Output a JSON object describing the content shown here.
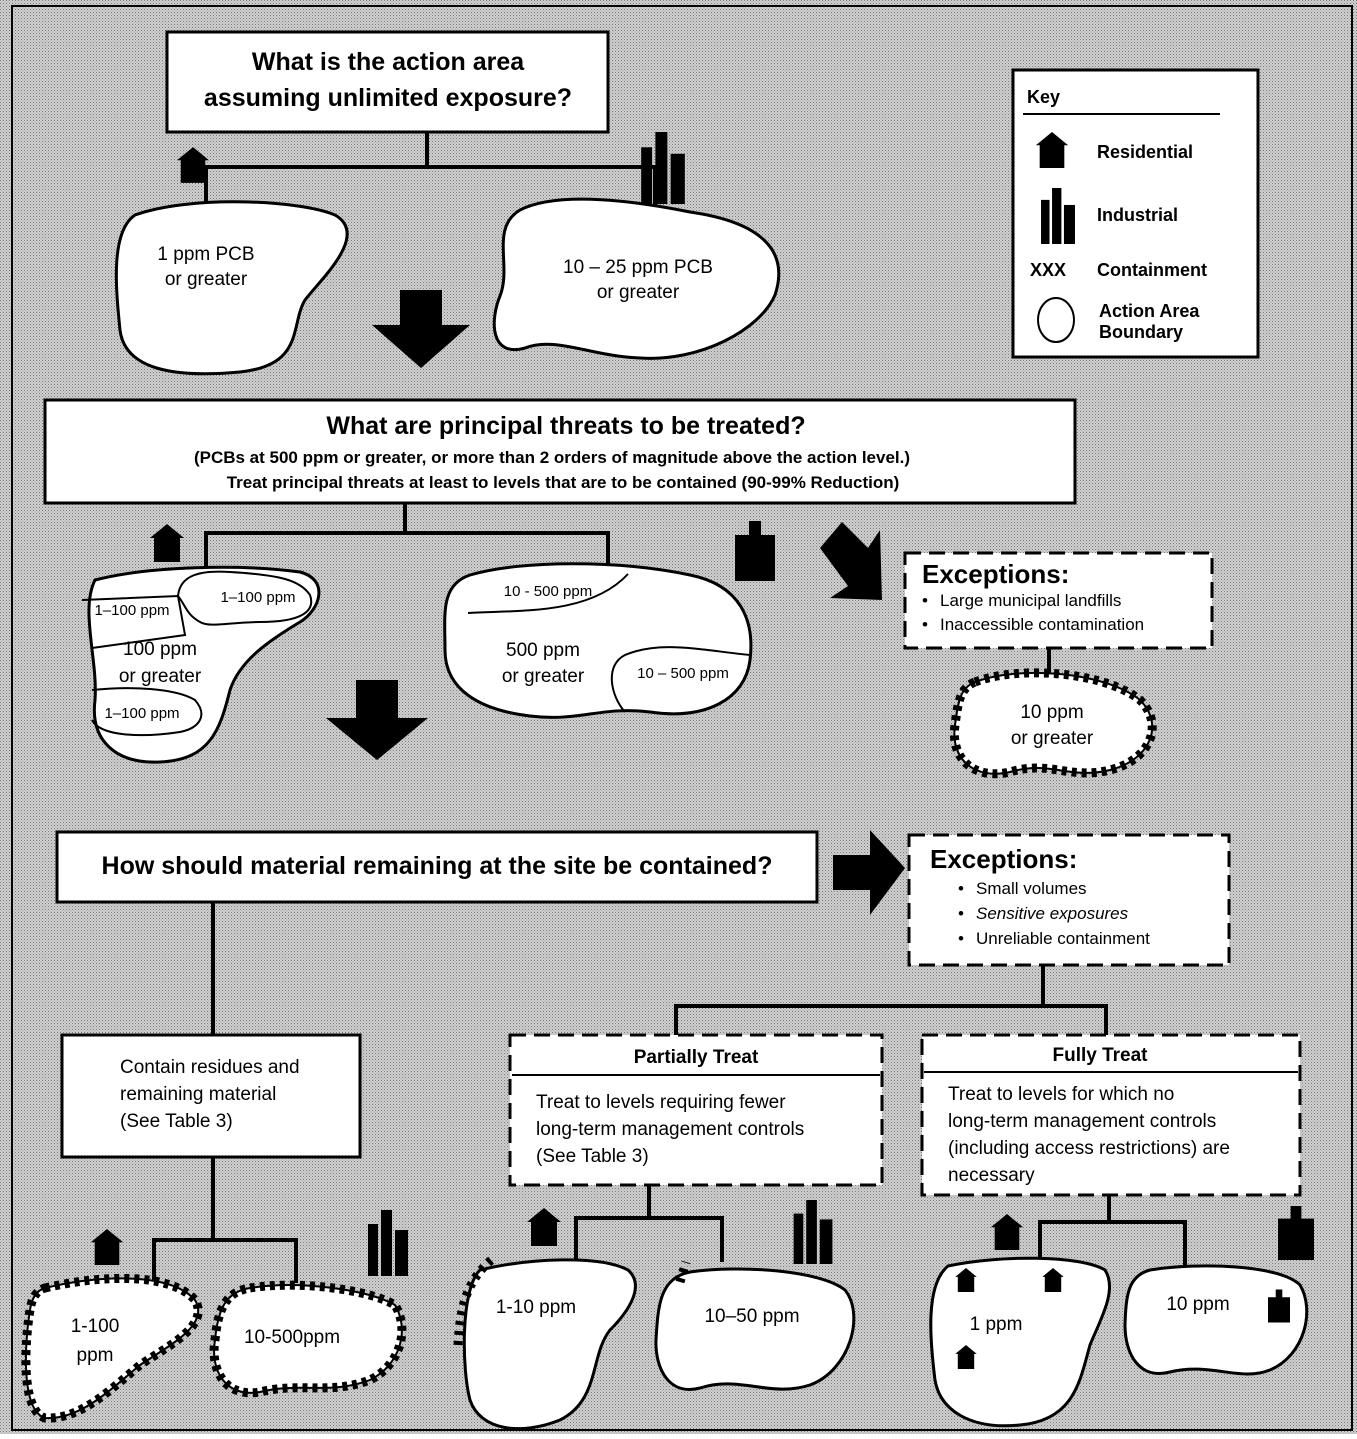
{
  "q1": {
    "line1": "What is the action area",
    "line2": "assuming unlimited exposure?"
  },
  "key": {
    "title": "Key",
    "residential": "Residential",
    "industrial": "Industrial",
    "containment_symbol": "XXX",
    "containment": "Containment",
    "boundary1": "Action Area",
    "boundary2": "Boundary"
  },
  "area_res": {
    "line1": "1 ppm PCB",
    "line2": "or greater"
  },
  "area_ind": {
    "line1": "10 – 25 ppm PCB",
    "line2": "or greater"
  },
  "q2": {
    "title": "What are principal threats to be treated?",
    "line2": "(PCBs at 500 ppm or greater, or more than 2 orders of magnitude above the action level.)",
    "line3": "Treat principal threats at least to levels that are to be contained  (90-99% Reduction)"
  },
  "res2": {
    "sub1": "1–100 ppm",
    "sub2": "1–100 ppm",
    "main1": "100 ppm",
    "main2": "or greater",
    "sub3": "1–100 ppm"
  },
  "ind2": {
    "sub1": "10 - 500 ppm",
    "main1": "500 ppm",
    "main2": "or greater",
    "sub2": "10 – 500 ppm"
  },
  "exc1": {
    "title": "Exceptions:",
    "items": [
      "Large municipal landfills",
      "Inaccessible contamination"
    ]
  },
  "exc1_area": {
    "line1": "10 ppm",
    "line2": "or greater"
  },
  "q3": {
    "title": "How should material remaining at the site be contained?"
  },
  "exc2": {
    "title": "Exceptions:",
    "items": [
      "Small volumes",
      "Sensitive exposures",
      "Unreliable containment"
    ]
  },
  "contain": {
    "line1": "Contain residues and",
    "line2": "remaining material",
    "line3": "(See Table 3)"
  },
  "partial": {
    "title": "Partially Treat",
    "line1": "Treat to levels requiring fewer",
    "line2": "long-term management controls",
    "line3": "(See Table 3)"
  },
  "full": {
    "title": "Fully Treat",
    "line1": "Treat to levels for which no",
    "line2": "long-term management controls",
    "line3": "(including access restrictions) are",
    "line4": "necessary"
  },
  "bottom": {
    "c_res1": "1-100",
    "c_res2": "ppm",
    "c_ind": "10-500ppm",
    "p_res": "1-10 ppm",
    "p_ind": "10–50 ppm",
    "f_res": "1 ppm",
    "f_ind": "10 ppm"
  },
  "colors": {
    "background": "#b9b9b9",
    "ink": "#000000",
    "box": "#ffffff"
  }
}
